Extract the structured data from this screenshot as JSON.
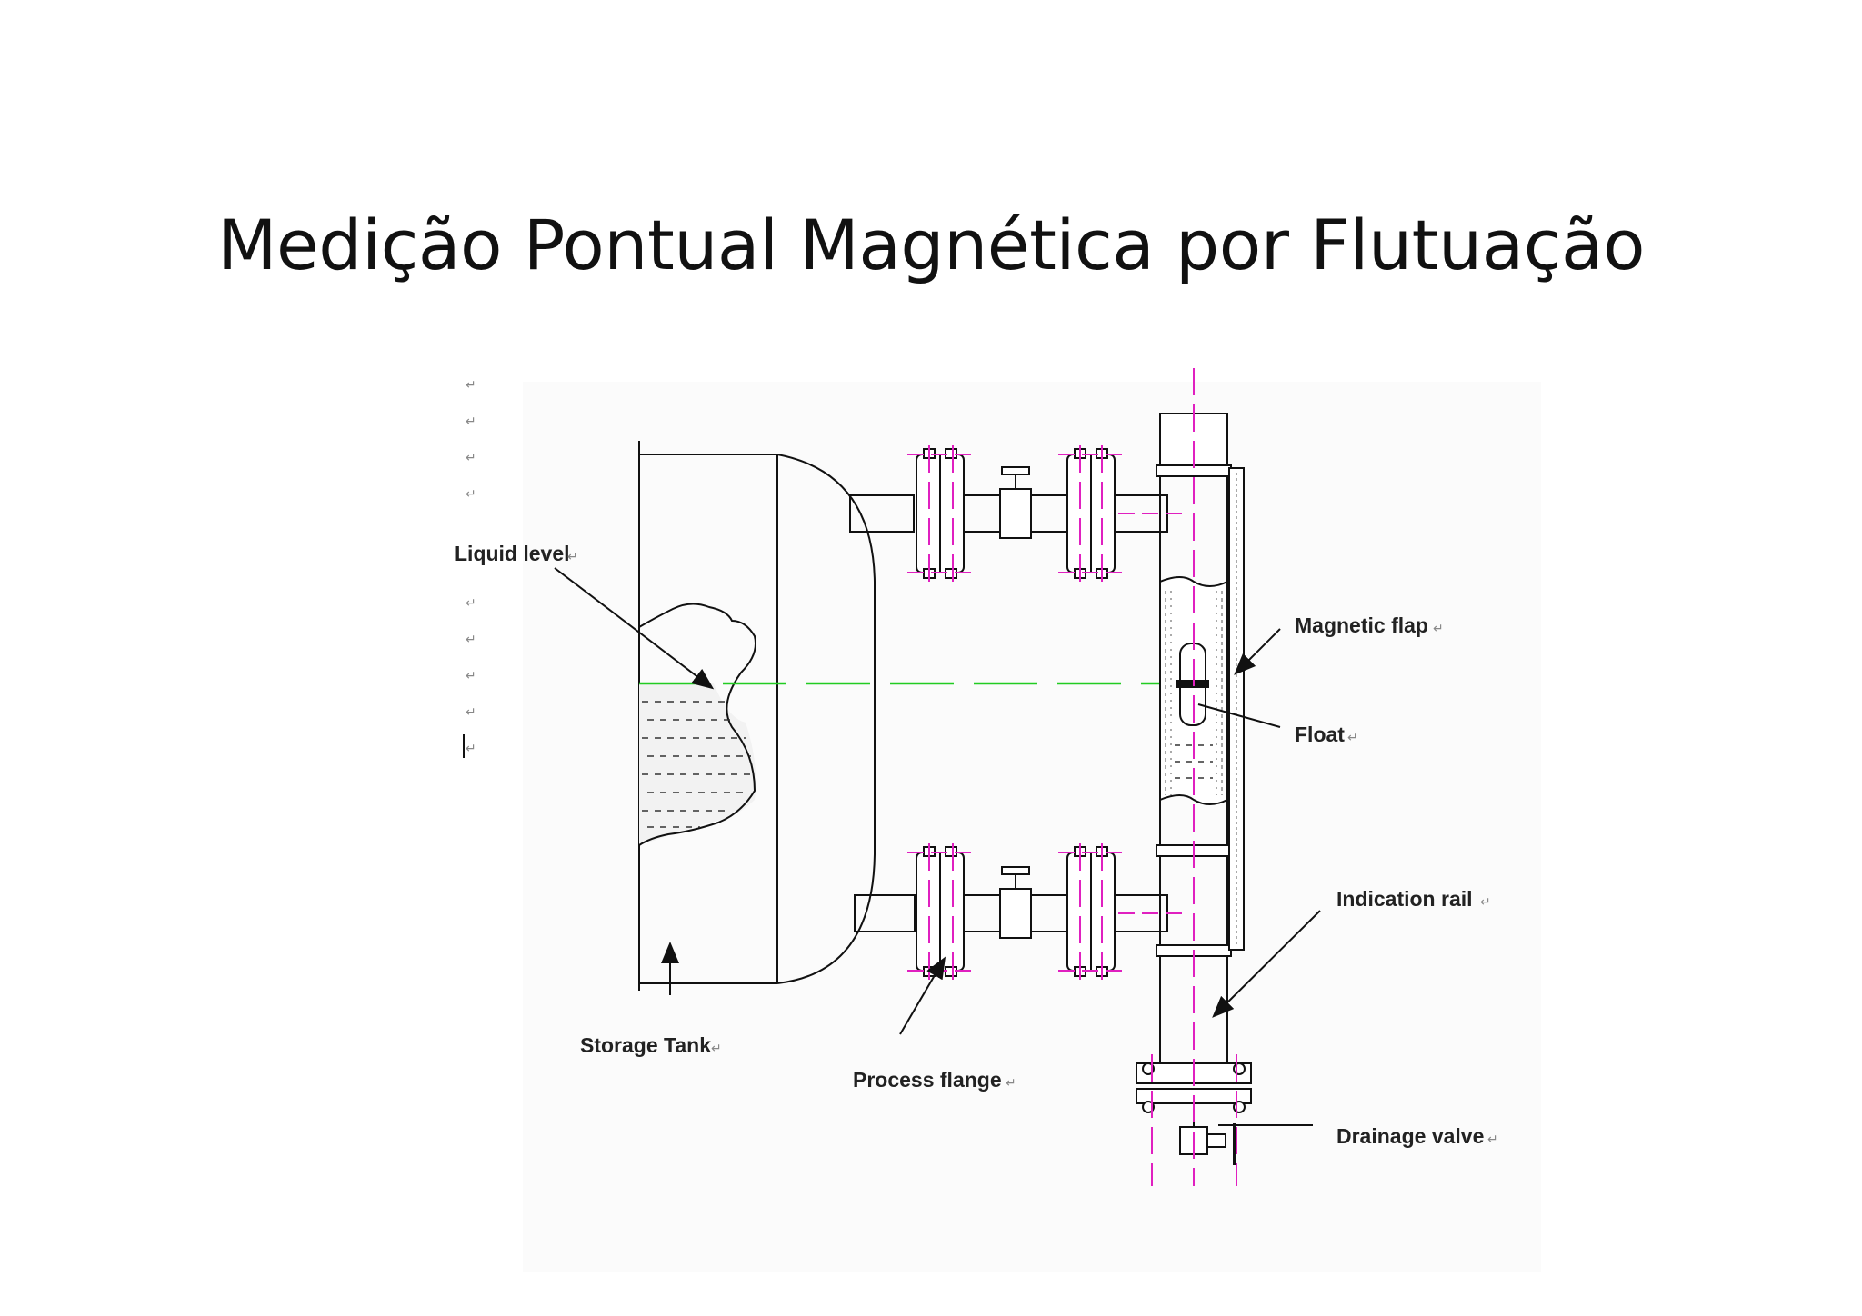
{
  "slide": {
    "title": "Medição Pontual Magnética por Flutuação"
  },
  "diagram": {
    "labels": {
      "liquid_level": "Liquid level",
      "magnetic_flap": "Magnetic flap",
      "float": "Float",
      "indication_rail": "Indication rail",
      "storage_tank": "Storage Tank",
      "process_flange": "Process flange",
      "drainage_valve": "Drainage valve"
    },
    "paragraph_mark": "↵",
    "colors": {
      "line": "#111111",
      "centerline": "#e020c0",
      "level_line": "#22cc22",
      "liquid_dash": "#333333"
    }
  }
}
